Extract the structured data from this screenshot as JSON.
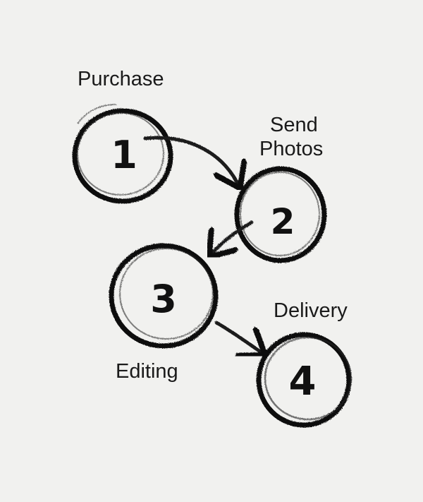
{
  "steps": [
    {
      "number": "1",
      "label": "Purchase"
    },
    {
      "number": "2",
      "label_line1": "Send",
      "label_line2": "Photos"
    },
    {
      "number": "3",
      "label": "Editing"
    },
    {
      "number": "4",
      "label": "Delivery"
    }
  ],
  "colors": {
    "background": "#f1f1ef",
    "ink": "#111111"
  }
}
